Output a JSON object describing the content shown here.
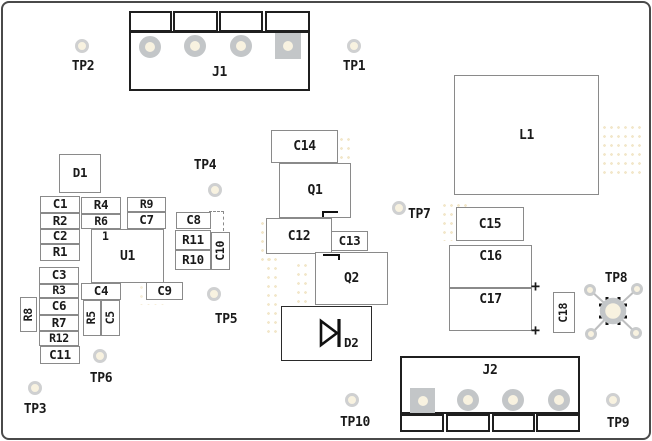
{
  "labels": {
    "J1": "J1",
    "J2": "J2",
    "L1": "L1",
    "U1": "U1",
    "D1": "D1",
    "D2": "D2",
    "Q1": "Q1",
    "Q2": "Q2",
    "C1": "C1",
    "C2": "C2",
    "C3": "C3",
    "C4": "C4",
    "C5": "C5",
    "C6": "C6",
    "C7": "C7",
    "C8": "C8",
    "C9": "C9",
    "C10": "C10",
    "C11": "C11",
    "C12": "C12",
    "C13": "C13",
    "C14": "C14",
    "C15": "C15",
    "C16": "C16",
    "C17": "C17",
    "C18": "C18",
    "R1": "R1",
    "R2": "R2",
    "R3": "R3",
    "R4": "R4",
    "R5": "R5",
    "R6": "R6",
    "R7": "R7",
    "R8": "R8",
    "R9": "R9",
    "R10": "R10",
    "R11": "R11",
    "R12": "R12",
    "TP1": "TP1",
    "TP2": "TP2",
    "TP3": "TP3",
    "TP4": "TP4",
    "TP5": "TP5",
    "TP6": "TP6",
    "TP7": "TP7",
    "TP8": "TP8",
    "TP9": "TP9",
    "TP10": "TP10"
  },
  "marks": {
    "pin1": "1",
    "polarity_plus": "+"
  },
  "colors": {
    "board_outline": "#4a4a4a",
    "component_outline": "#8a8a8a",
    "connector_outline": "#1f1f1f",
    "silkscreen_text": "#1a1a1a",
    "pad_ring": "#c3c6c8",
    "pad_center": "#f8f2e0",
    "via_dot": "#f2e6c8"
  }
}
